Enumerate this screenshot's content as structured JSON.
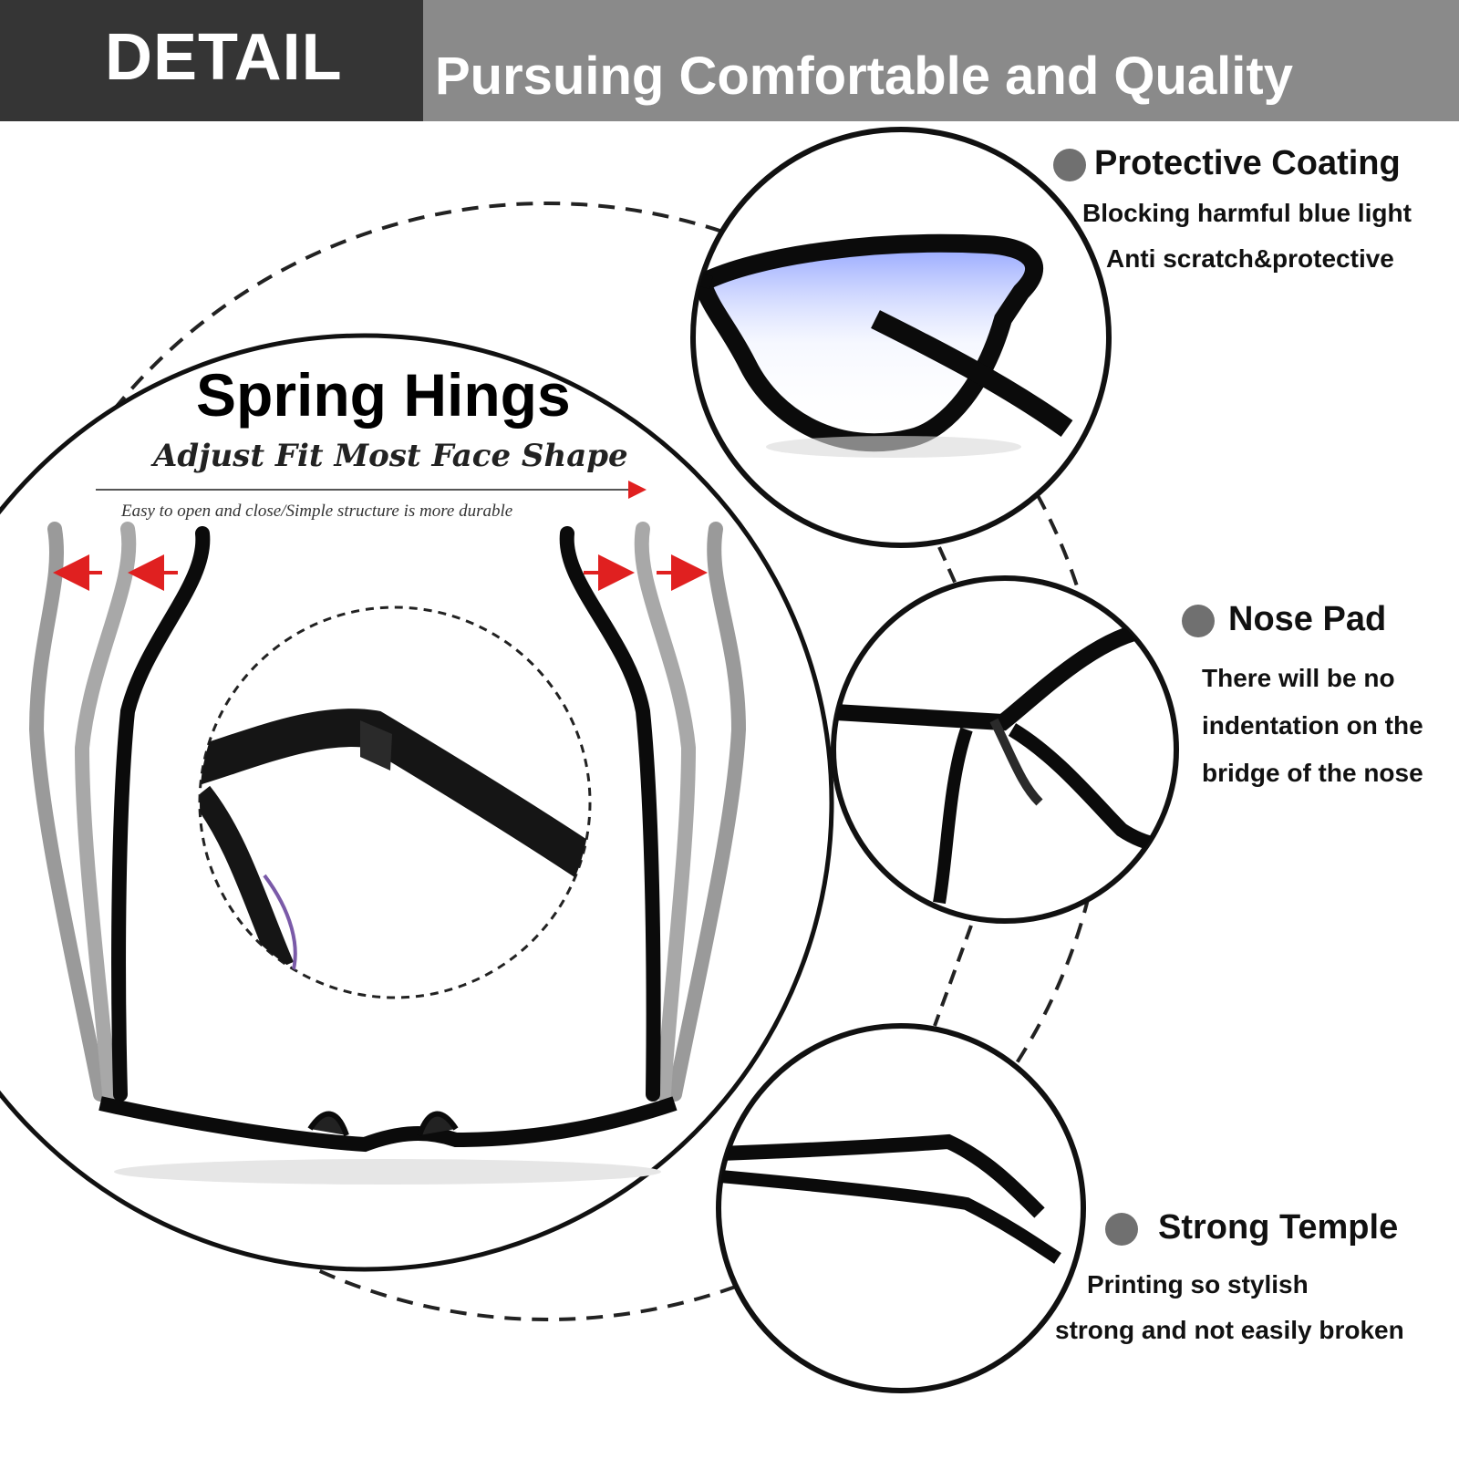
{
  "header": {
    "title": "DETAIL",
    "subtitle": "Pursuing Comfortable and Quality"
  },
  "spring_hinge": {
    "title": "Spring Hings",
    "subtitle": "Adjust Fit Most Face Shape",
    "note": "Easy to open and close/Simple structure is more durable"
  },
  "features": [
    {
      "title": "Protective Coating",
      "lines": [
        "Blocking harmful blue light",
        "Anti scratch&protective"
      ]
    },
    {
      "title": "Nose Pad",
      "lines": [
        "There will be no",
        "indentation on the",
        "bridge of the nose"
      ]
    },
    {
      "title": "Strong Temple",
      "lines": [
        "Printing so stylish",
        "strong and not easily broken"
      ]
    }
  ],
  "colors": {
    "header_dark": "#353535",
    "header_gray": "#8a8a8a",
    "bullet": "#707070",
    "arrow": "#e02020"
  }
}
